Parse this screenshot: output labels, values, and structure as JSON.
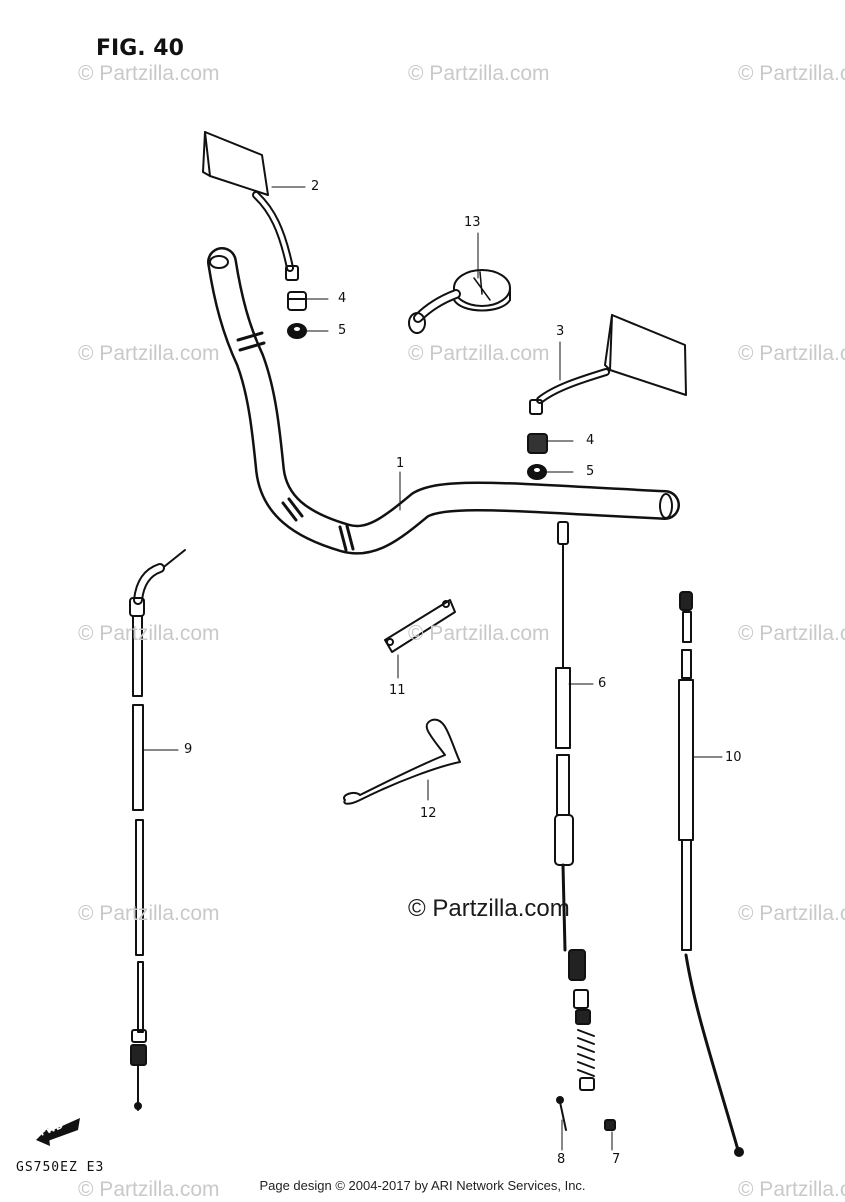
{
  "figure": {
    "title": "FIG. 40",
    "model_code": "GS750EZ  E3",
    "direction_arrow_label": "FWD"
  },
  "footer": {
    "text": "Page design © 2004-2017 by ARI Network Services, Inc."
  },
  "watermark": {
    "faint_text": "© Partzilla.com",
    "main_text": "© Partzilla.com"
  },
  "callouts": [
    "1",
    "2",
    "3",
    "4",
    "5",
    "4",
    "5",
    "6",
    "7",
    "8",
    "9",
    "10",
    "11",
    "12",
    "13"
  ]
}
